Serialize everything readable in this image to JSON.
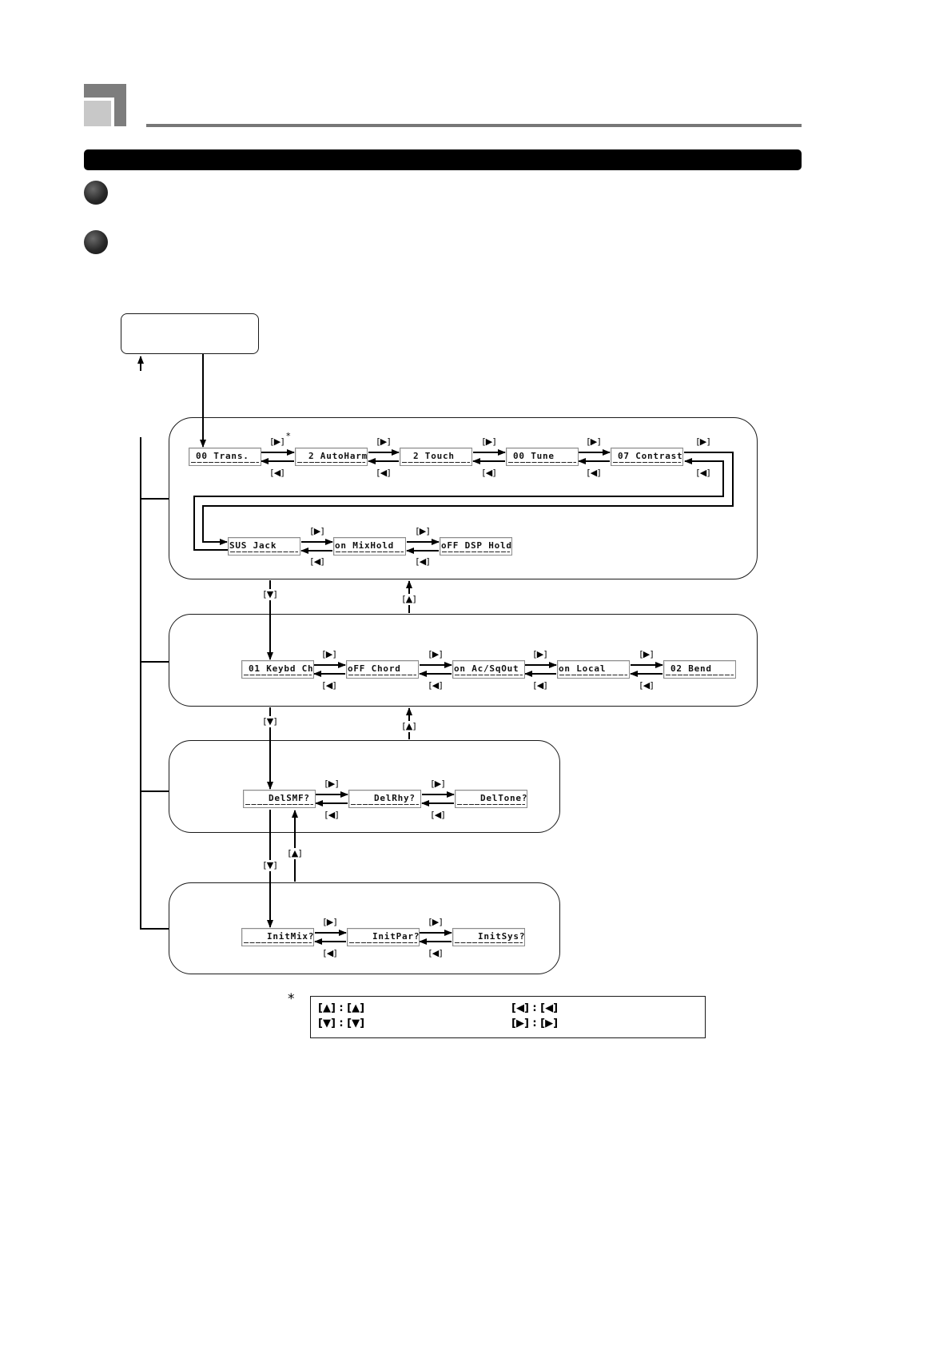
{
  "icons": {
    "section_marker": "layered-square-icon",
    "steps": [
      "step-bullet-icon",
      "step-bullet-icon"
    ]
  },
  "colors": {
    "ink": "#000000",
    "rule_gray": "#777777",
    "icon_dark": "#7d7d7d",
    "icon_light": "#c8c8c8",
    "lcd_frame": "#8c8c8c"
  },
  "keys": {
    "right": "[▶]",
    "left": "[◀]",
    "down": "[▼]",
    "up": "[▲]"
  },
  "footnote_marker": "*",
  "groups": [
    {
      "displays": [
        "00 Trans.",
        "2 AutoHarm",
        "2 Touch",
        "00 Tune",
        "07 Contrast",
        "SUS Jack",
        "on MixHold",
        "oFF DSP Hold"
      ]
    },
    {
      "displays": [
        "01 Keybd Ch",
        "oFF Chord",
        "on Ac/SqOut",
        "on Local",
        "02 Bend"
      ]
    },
    {
      "displays": [
        "DelSMF?",
        "DelRhy?",
        "DelTone?"
      ]
    },
    {
      "displays": [
        "InitMix?",
        "InitPar?",
        "InitSys?"
      ]
    }
  ],
  "legend": {
    "items": [
      "[▲] : [▲]",
      "[▼] : [▼]",
      "[◀] : [◀]",
      "[▶] : [▶]"
    ]
  }
}
